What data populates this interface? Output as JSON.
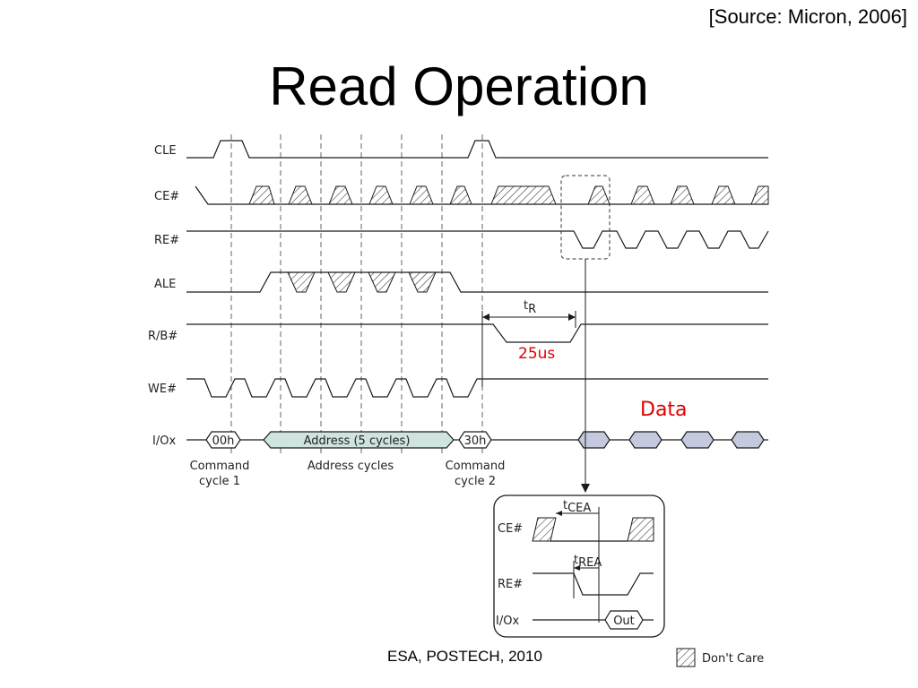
{
  "header": {
    "source": "[Source: Micron, 2006]",
    "title": "Read Operation"
  },
  "signals": {
    "cle": "CLE",
    "ce": "CE#",
    "re": "RE#",
    "ale": "ALE",
    "rb": "R/B#",
    "we": "WE#",
    "io": "I/Ox"
  },
  "bus": {
    "cmd1": "00h",
    "address": "Address (5 cycles)",
    "cmd2": "30h"
  },
  "phases": {
    "command1_l1": "Command",
    "command1_l2": "cycle 1",
    "address": "Address cycles",
    "command2_l1": "Command",
    "command2_l2": "cycle 2"
  },
  "timing": {
    "tr_main": "t",
    "tr_sub": "R",
    "tr_value": "25us",
    "data_label": "Data"
  },
  "inset": {
    "ce": "CE#",
    "re": "RE#",
    "io": "I/Ox",
    "out": "Out",
    "tcea_main": "t",
    "tcea_sub": "CEA",
    "trea_main": "t",
    "trea_sub": "REA"
  },
  "legend": {
    "dont_care": "Don't Care"
  },
  "footer": "ESA, POSTECH, 2010",
  "colors": {
    "annotation": "#e00000",
    "address_fill": "#cfe3df",
    "data_fill": "#c5c9dd"
  }
}
